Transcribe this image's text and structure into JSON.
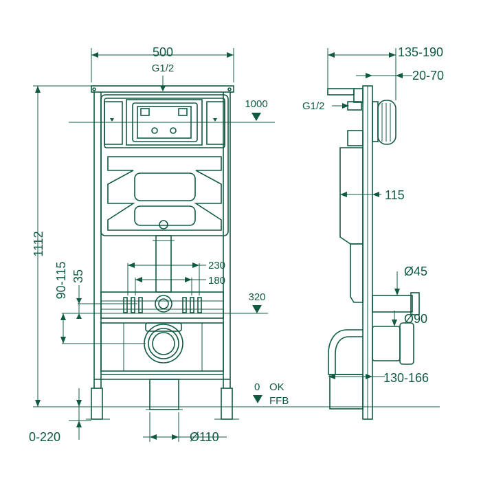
{
  "colors": {
    "stroke": "#0f5a41",
    "background": "#ffffff"
  },
  "labels": {
    "width_500": "500",
    "inlet_front": "G1/2",
    "inlet_side": "G1/2",
    "height_1000": "1000",
    "height_1112": "1112",
    "range_90_115": "90-115",
    "dim_35": "35",
    "dim_230": "230",
    "dim_180": "180",
    "height_320": "320",
    "zero": "0",
    "ok": "OK",
    "ffb": "FFB",
    "range_0_220": "0-220",
    "pipe_110": "Ø110",
    "depth_135_190": "135-190",
    "depth_20_70": "20-70",
    "dim_115": "115",
    "pipe_45": "Ø45",
    "pipe_90": "Ø90",
    "depth_130_166": "130-166"
  },
  "icons": {
    "arrow": "arrow-icon",
    "level_triangle": "level-triangle-icon"
  }
}
